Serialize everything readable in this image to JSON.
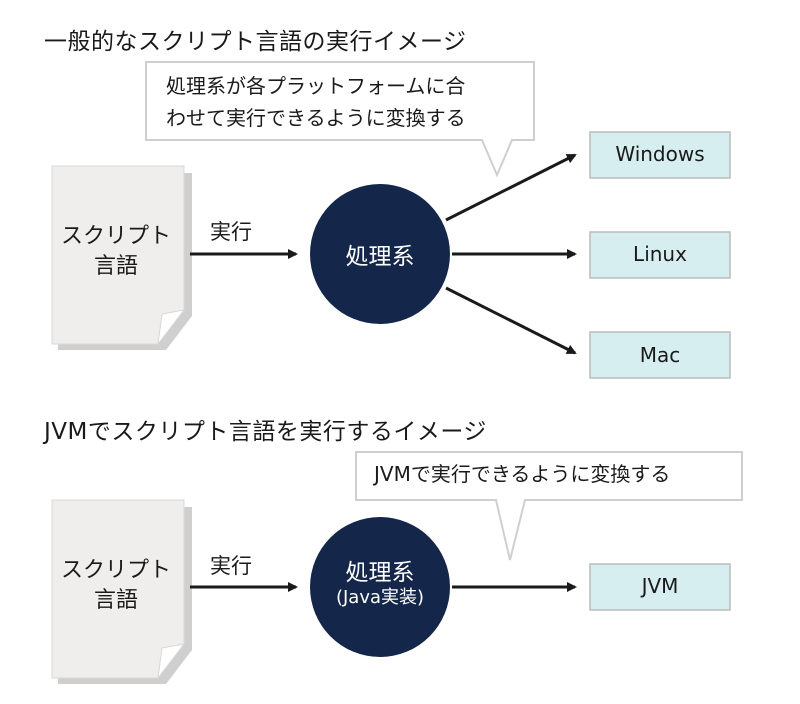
{
  "section1": {
    "title": "一般的なスクリプト言語の実行イメージ",
    "callout_lines": [
      "処理系が各プラットフォームに合",
      "わせて実行できるように変換する"
    ],
    "document_lines": [
      "スクリプト",
      "言語"
    ],
    "execute_label": "実行",
    "processor": "処理系",
    "targets": [
      "Windows",
      "Linux",
      "Mac"
    ]
  },
  "section2": {
    "title": "JVMでスクリプト言語を実行するイメージ",
    "callout": "JVMで実行できるように変換する",
    "document_lines": [
      "スクリプト",
      "言語"
    ],
    "execute_label": "実行",
    "processor_line1": "処理系",
    "processor_line2": "(Java実装)",
    "target": "JVM"
  },
  "colors": {
    "circle": "#14274b",
    "target_fill": "#d6eef0",
    "document_fill": "#efeeec",
    "document_shadow": "#cfcfcf",
    "arrow": "#1a1a1a"
  }
}
